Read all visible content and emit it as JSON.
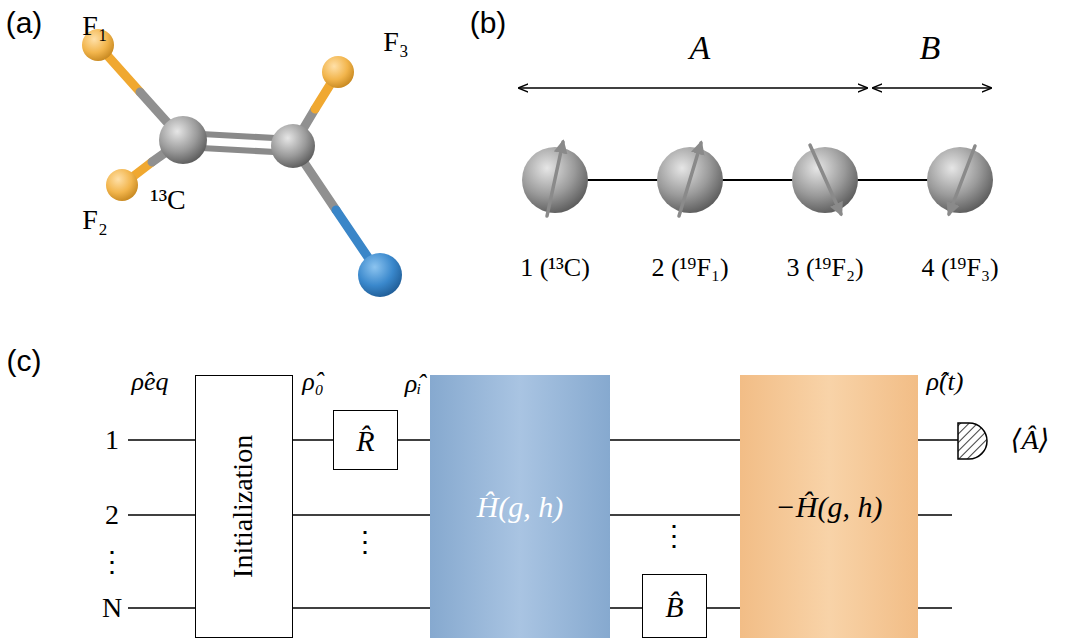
{
  "diagram": {
    "nodes": [
      {
        "text": [
          "Initialization"
        ]
      },
      {
        "text": [
          "R̂"
        ]
      },
      {
        "text": [
          "Ĥ(g, h)"
        ]
      },
      {
        "text": [
          "B̂"
        ]
      },
      {
        "text": [
          "−Ĥ(g, h)"
        ]
      }
    ],
    "edges": [
      {
        "from": 0,
        "to": 1,
        "arrow": "none"
      },
      {
        "from": 1,
        "to": 2,
        "arrow": "none"
      },
      {
        "from": 2,
        "to": 4,
        "arrow": "none"
      },
      {
        "from": 0,
        "to": 2,
        "arrow": "none"
      },
      {
        "from": 2,
        "to": 4,
        "arrow": "none"
      },
      {
        "from": 0,
        "to": 2,
        "arrow": "none"
      },
      {
        "from": 2,
        "to": 3,
        "arrow": "none"
      },
      {
        "from": 3,
        "to": 4,
        "arrow": "none"
      }
    ],
    "labels": [
      "(a)",
      "F₁",
      "F₂",
      "¹³C",
      "F₃",
      "(b)",
      "A",
      "B",
      "1 (¹³C)",
      "2 (¹⁹F₁)",
      "3 (¹⁹F₂)",
      "4 (¹⁹F₃)",
      "(c)",
      "ρ̂eq",
      "ρ̂₀",
      "ρ̂ᵢ",
      "ρ̂(t)",
      "1",
      "2",
      "⋮",
      "N",
      "⋮",
      "⋮",
      "⟨Â⟩"
    ]
  }
}
